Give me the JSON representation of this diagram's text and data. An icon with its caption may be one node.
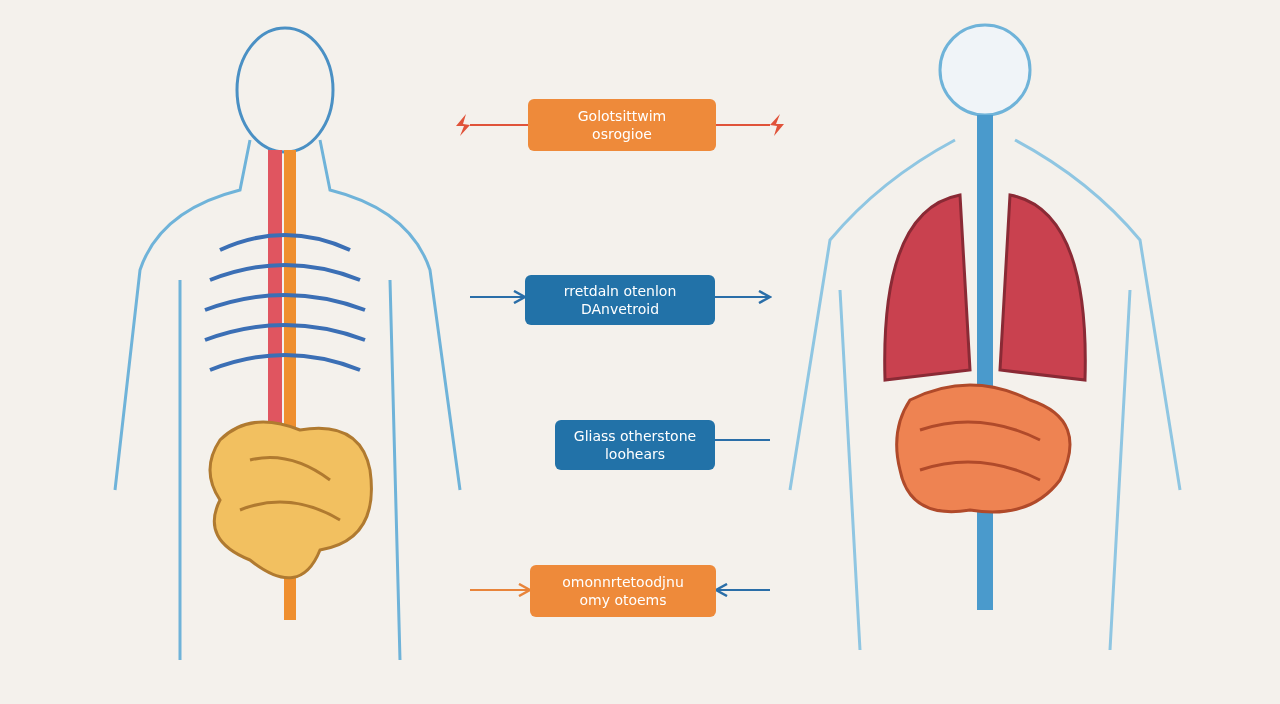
{
  "diagram": {
    "nodes": [
      {
        "text": [],
        "shape": "picture"
      },
      {
        "text": [],
        "shape": "picture"
      },
      {
        "text": [
          "Golotsittwim osrogioe"
        ]
      },
      {
        "text": [
          "rretdaln otenlon DAnvetroid"
        ]
      },
      {
        "text": [
          "Gliass otherstone loohears"
        ]
      },
      {
        "text": [
          "omonnrtetoodjnu omy otoems"
        ]
      }
    ],
    "edges": [
      {
        "from": 2,
        "to": 0,
        "arrow": "other",
        "color": "#e0533a"
      },
      {
        "from": 2,
        "to": 1,
        "arrow": "other",
        "color": "#e0533a"
      },
      {
        "from": 0,
        "to": 3,
        "arrow": "to"
      },
      {
        "from": 3,
        "to": 1,
        "arrow": "to"
      },
      {
        "from": 4,
        "to": 1,
        "arrow": "none"
      },
      {
        "from": 0,
        "to": 5,
        "arrow": "to",
        "color": "#e8843a"
      },
      {
        "from": 1,
        "to": 5,
        "arrow": "to"
      }
    ]
  }
}
